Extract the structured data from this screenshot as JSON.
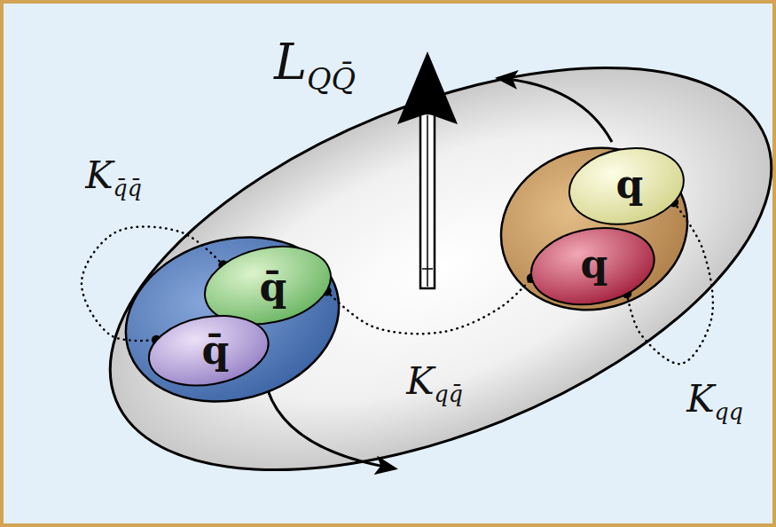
{
  "diagram": {
    "nodes": [
      {
        "text": [
          "q̄"
        ]
      },
      {
        "text": [
          "q̄"
        ]
      },
      {
        "text": [
          "q"
        ]
      },
      {
        "text": [
          "q"
        ]
      }
    ],
    "edges": [
      {
        "from": 0,
        "to": 1,
        "arrow": "none",
        "label": "Kq̄q̄"
      },
      {
        "from": 0,
        "to": 3,
        "arrow": "none",
        "label": "Kqq̄"
      },
      {
        "from": 3,
        "to": 2,
        "arrow": "none",
        "label": "Kqq"
      }
    ],
    "labels": [
      "LQQ̄"
    ]
  }
}
